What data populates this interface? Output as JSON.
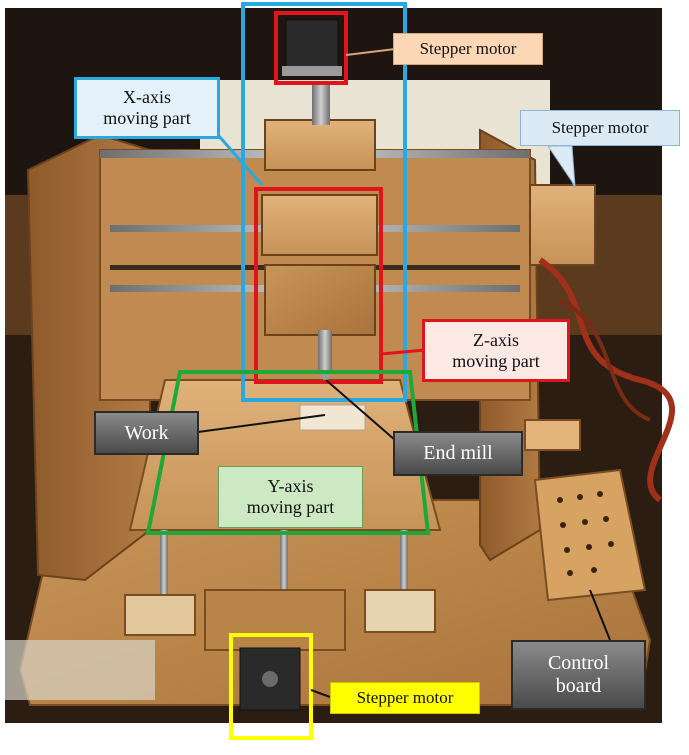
{
  "photo": {
    "subject": "cnc-milling-machine-photo"
  },
  "labels": {
    "stepper_top": "Stepper motor",
    "stepper_right": "Stepper motor",
    "stepper_bottom": "Stepper motor",
    "x_axis": "X-axis\nmoving part",
    "z_axis": "Z-axis\nmoving part",
    "y_axis": "Y-axis\nmoving part",
    "work": "Work",
    "end_mill": "End mill",
    "control_board": "Control\nboard"
  },
  "colors": {
    "x_axis_outline": "#2aa8e0",
    "z_axis_outline": "#e0151b",
    "y_axis_outline": "#1fa83a",
    "bottom_motor_outline": "#ffff00",
    "top_motor_outline": "#e0151b"
  }
}
